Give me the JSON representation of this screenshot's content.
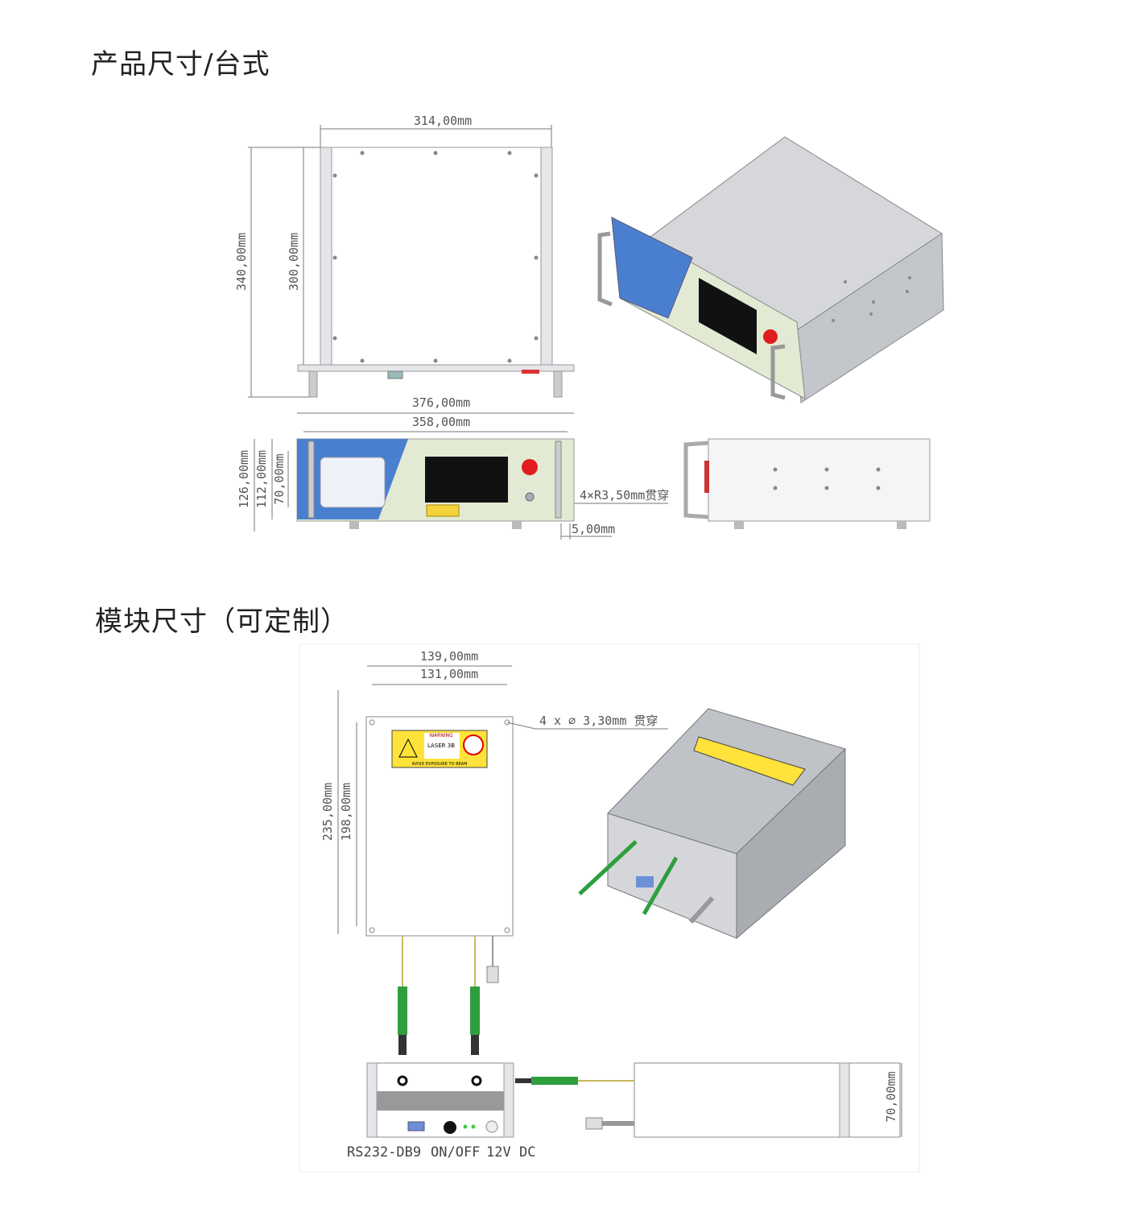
{
  "sections": [
    {
      "title": "产品尺寸/台式"
    },
    {
      "title": "模块尺寸（可定制）"
    }
  ],
  "desktop": {
    "dims": {
      "top_width": "314,00mm",
      "outer_depth": "340,00mm",
      "inner_depth": "300,00mm",
      "panel_width": "376,00mm",
      "body_width": "358,00mm",
      "height_total": "126,00mm",
      "height_panel": "112,00mm",
      "height_body": "70,00mm",
      "holes": "4×R3,50mm贯穿",
      "foot": "5,00mm"
    },
    "panel_color": "#4a7fd0",
    "estop_color": "#e01e1e"
  },
  "module": {
    "dims": {
      "outer_length": "139,00mm",
      "inner_length": "131,00mm",
      "outer_height": "235,00mm",
      "inner_height": "198,00mm",
      "holes": "4 x ∅ 3,30mm 贯穿",
      "thickness": "70,00mm"
    },
    "ports": [
      "RS232-DB9",
      "ON/OFF",
      "12V DC"
    ],
    "warning_label": {
      "header": "WARNING",
      "class": "LASER 3B",
      "footer": "AVOID EXPOSURE TO BEAM"
    },
    "fiber_color": "#2e9e3e"
  }
}
